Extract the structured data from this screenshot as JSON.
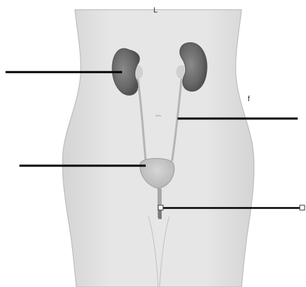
{
  "figure": {
    "type": "unlabeled anatomy worksheet",
    "stray_marks": [
      {
        "id": "top-mark",
        "text": "L"
      },
      {
        "id": "side-mark",
        "text": "f"
      }
    ]
  },
  "label_lines": [
    {
      "id": "label-line-left-kidney",
      "label": ""
    },
    {
      "id": "label-line-ureter",
      "label": ""
    },
    {
      "id": "label-line-bladder",
      "label": ""
    },
    {
      "id": "label-line-urethra",
      "label": ""
    }
  ],
  "colors": {
    "body_fill": "#e6e6e6",
    "body_outline": "#bdbdbd",
    "kidney_dark": "#6c6c6c",
    "kidney_mid": "#9a9a9a",
    "organ_light": "#c9c9c9",
    "ureter": "#b4b4b4",
    "line": "#000000"
  }
}
